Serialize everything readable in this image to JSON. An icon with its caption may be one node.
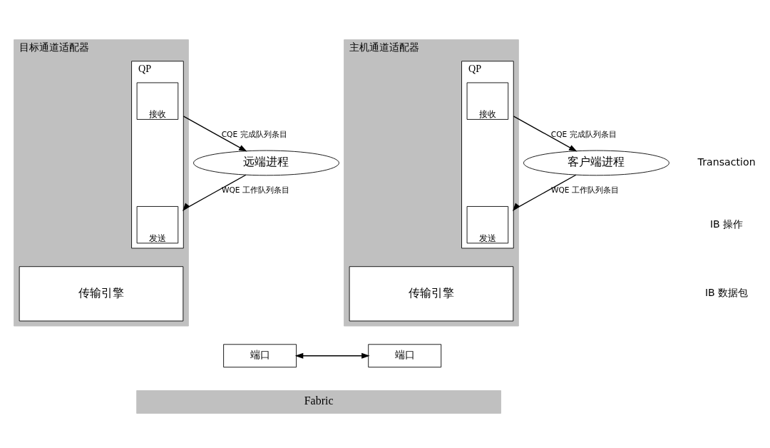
{
  "diagram": {
    "nodes": [
      {
        "text": [
          "客户端进程"
        ]
      },
      {
        "text": [
          "主机通道适配器"
        ]
      },
      {
        "text": [
          "QP"
        ],
        "in": 1
      },
      {
        "text": [
          "发送"
        ],
        "in": 2
      },
      {
        "text": [
          "接收"
        ],
        "in": 2
      },
      {
        "text": [
          "传输引擎"
        ],
        "in": 1
      },
      {
        "text": [
          "端口"
        ]
      },
      {
        "text": [
          "远端进程"
        ]
      },
      {
        "text": [
          "目标通道适配器"
        ]
      },
      {
        "text": [
          "QP"
        ],
        "in": 8
      },
      {
        "text": [
          "发送"
        ],
        "in": 9
      },
      {
        "text": [
          "接收"
        ],
        "in": 9
      },
      {
        "text": [
          "传输引擎"
        ],
        "in": 8
      },
      {
        "text": [
          "端口"
        ]
      },
      {
        "text": [
          "Fabric"
        ]
      }
    ],
    "edges": [
      {
        "from": 0,
        "to": 2,
        "arrow": "to",
        "label": "WQE 工作队列条目"
      },
      {
        "from": 2,
        "to": 0,
        "arrow": "to",
        "label": "CQE 完成队列条目"
      },
      {
        "from": 7,
        "to": 9,
        "arrow": "to",
        "label": "WQE 工作队列条目"
      },
      {
        "from": 9,
        "to": 7,
        "arrow": "to",
        "label": "CQE 完成队列条目"
      },
      {
        "from": 6,
        "to": 13,
        "arrow": "both"
      }
    ],
    "labels": [
      "Transaction",
      "IB 操作",
      "IB 数据包"
    ]
  }
}
